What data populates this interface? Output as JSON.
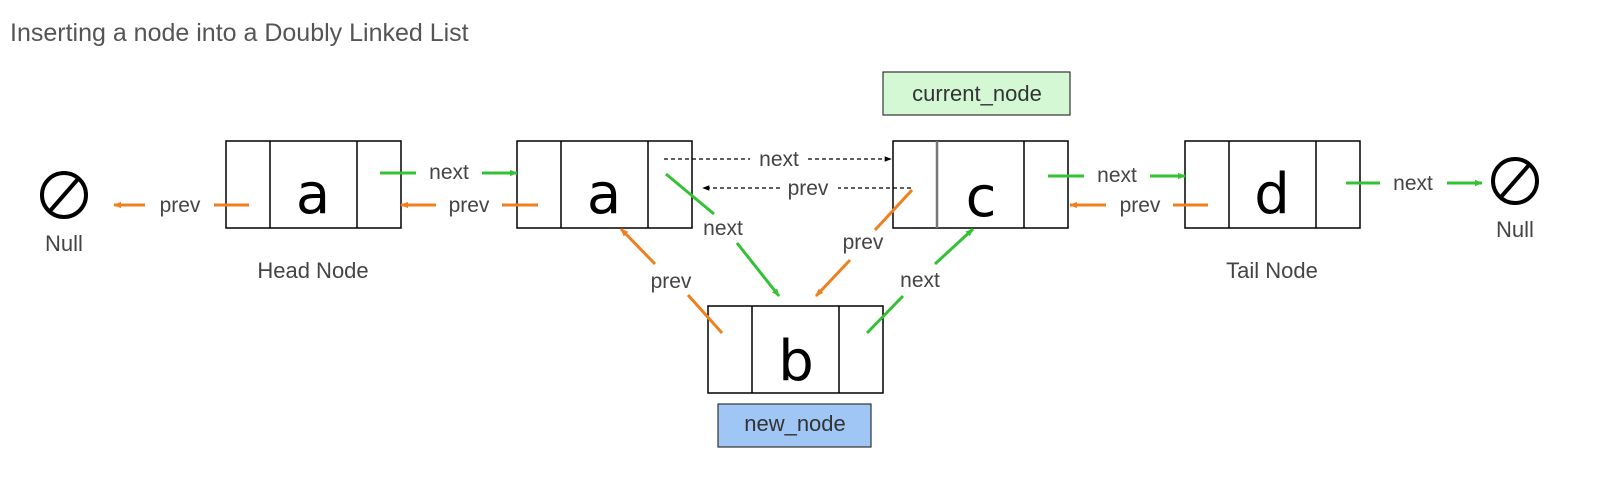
{
  "title": "Inserting a node into a Doubly Linked List",
  "colors": {
    "next_arrow": "#33c233",
    "prev_arrow": "#f07f1e",
    "dashed_arrow": "#000000",
    "current_node_fill": "#d4f8d4",
    "new_node_fill": "#9fc6f5",
    "label_text": "#444444"
  },
  "null_left": {
    "icon": "null-symbol-icon",
    "label": "Null"
  },
  "null_right": {
    "icon": "null-symbol-icon",
    "label": "Null"
  },
  "nodes": {
    "head": {
      "value": "a",
      "caption": "Head Node"
    },
    "second": {
      "value": "a"
    },
    "current": {
      "value": "c",
      "tag": "current_node"
    },
    "tail": {
      "value": "d",
      "caption": "Tail Node"
    },
    "new": {
      "value": "b",
      "tag": "new_node"
    }
  },
  "arrow_labels": {
    "head_prev": "prev",
    "head_next": "next",
    "second_prev": "prev",
    "old_next": "next",
    "old_prev": "prev",
    "second_to_new_next": "next",
    "new_to_second_prev": "prev",
    "current_to_new_prev": "prev",
    "new_to_current_next": "next",
    "current_next": "next",
    "tail_prev": "prev",
    "tail_next": "next"
  }
}
